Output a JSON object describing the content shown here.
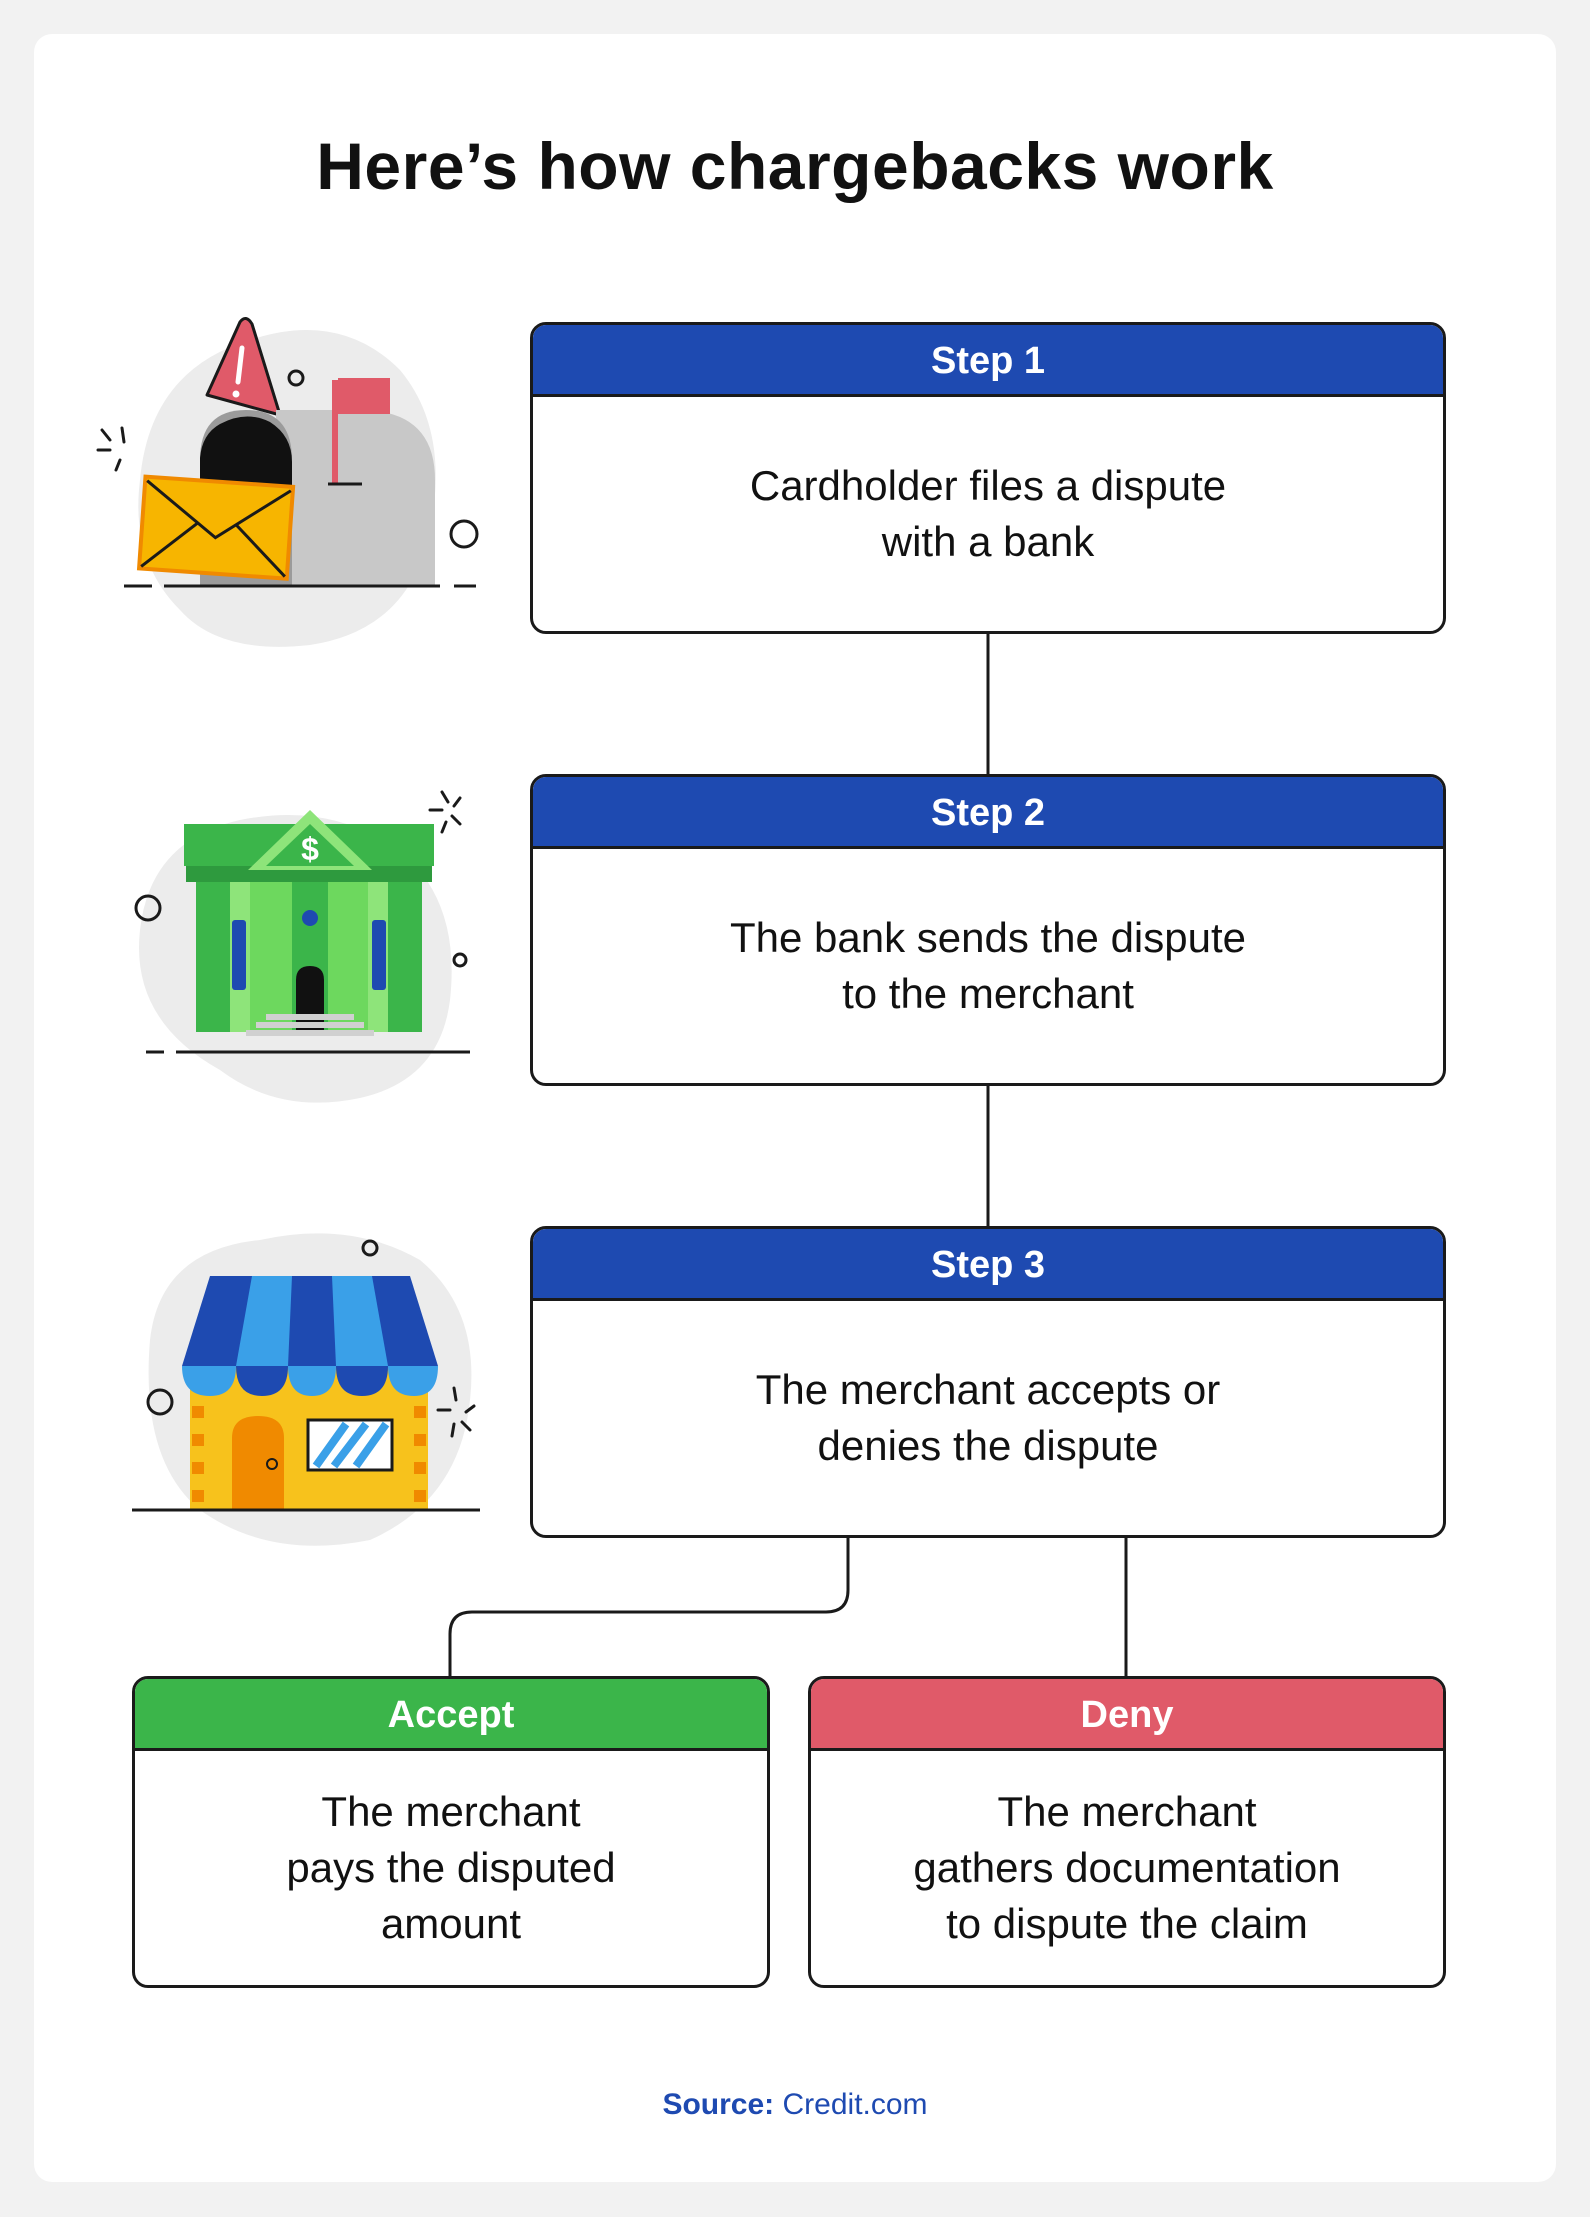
{
  "title": "Here’s how chargebacks work",
  "steps": [
    {
      "label": "Step 1",
      "text_line1": "Cardholder files a dispute",
      "text_line2": "with a bank"
    },
    {
      "label": "Step 2",
      "text_line1": "The bank sends the dispute",
      "text_line2": "to the merchant"
    },
    {
      "label": "Step 3",
      "text_line1": "The merchant accepts or",
      "text_line2": "denies the dispute"
    }
  ],
  "outcomes": {
    "accept": {
      "label": "Accept",
      "line1": "The merchant",
      "line2": "pays the disputed",
      "line3": "amount"
    },
    "deny": {
      "label": "Deny",
      "line1": "The merchant",
      "line2": "gathers documentation",
      "line3": "to dispute the claim"
    }
  },
  "source": {
    "prefix": "Source:",
    "name": "Credit.com"
  },
  "icons": [
    "mailbox-alert-icon",
    "bank-building-icon",
    "storefront-icon"
  ],
  "colors": {
    "step_header": "#1e4ab1",
    "accept_header": "#3bb54a",
    "deny_header": "#e05a69",
    "border": "#1a1a1a"
  }
}
